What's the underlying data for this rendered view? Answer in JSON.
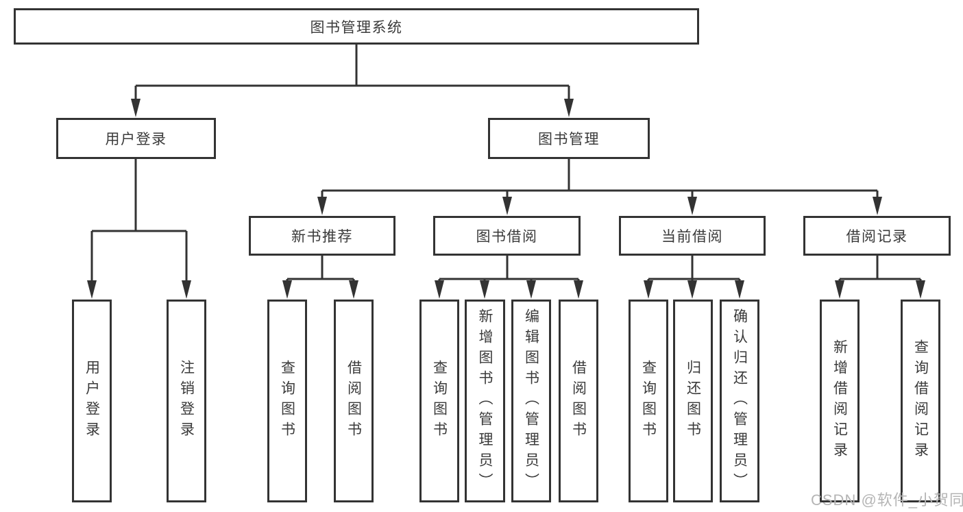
{
  "colors": {
    "line": "#333333",
    "text": "#3a3a3a",
    "watermark": "#b5b5b5",
    "background": "#ffffff"
  },
  "nodes": {
    "root": "图书管理系统",
    "user_login": "用户登录",
    "book_mgmt": "图书管理",
    "new_book_rec": "新书推荐",
    "book_borrow": "图书借阅",
    "current_borrow": "当前借阅",
    "borrow_records": "借阅记录",
    "leaf_user_login": "用户登录",
    "leaf_logout": "注销登录",
    "leaf_nbr_query_books": "查询图书",
    "leaf_nbr_borrow_books": "借阅图书",
    "leaf_bb_query_books": "查询图书",
    "leaf_bb_add_books": "新增图书（管理员）",
    "leaf_bb_edit_books": "编辑图书（管理员）",
    "leaf_bb_borrow_books": "借阅图书",
    "leaf_cb_query_books": "查询图书",
    "leaf_cb_return_books": "归还图书",
    "leaf_cb_confirm_return": "确认归还（管理员）",
    "leaf_br_add_record": "新增借阅记录",
    "leaf_br_query_record": "查询借阅记录"
  },
  "watermark": "CSDN @软件_小贺同学"
}
